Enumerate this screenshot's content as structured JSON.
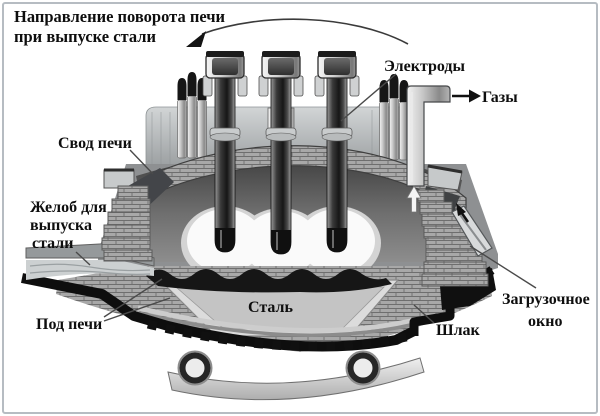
{
  "diagram": {
    "labels": {
      "rotation_note": {
        "line1": "Направление поворота печи",
        "line2": "при выпуске стали"
      },
      "electrodes": "Электроды",
      "gases": "Газы",
      "roof": "Свод печи",
      "tap_chute": {
        "line1": "Желоб для",
        "line2": "выпуска",
        "line3": "стали"
      },
      "hearth": "Под печи",
      "steel": "Сталь",
      "slag": "Шлак",
      "charging_window": {
        "line1": "Загрузочное",
        "line2": "окно"
      }
    },
    "icons": {
      "rotation_arrow": "curved-arrow-down-left",
      "gas_flow_arrow": "arrow-right",
      "gas_rise_arrow": "arrow-up",
      "charging_arrow": "arrow-up-left"
    },
    "colors": {
      "background": "#ffffff",
      "frame": "#b6bcc2",
      "ink": "#0e0e0e",
      "shell_black": "#0e0e0e",
      "steel_pool": "#c4c4c4",
      "slag_layer": "#161616",
      "arc_glow": "#fafafa",
      "brick": "#a8a8a8",
      "interior_dark": "#404040"
    }
  }
}
